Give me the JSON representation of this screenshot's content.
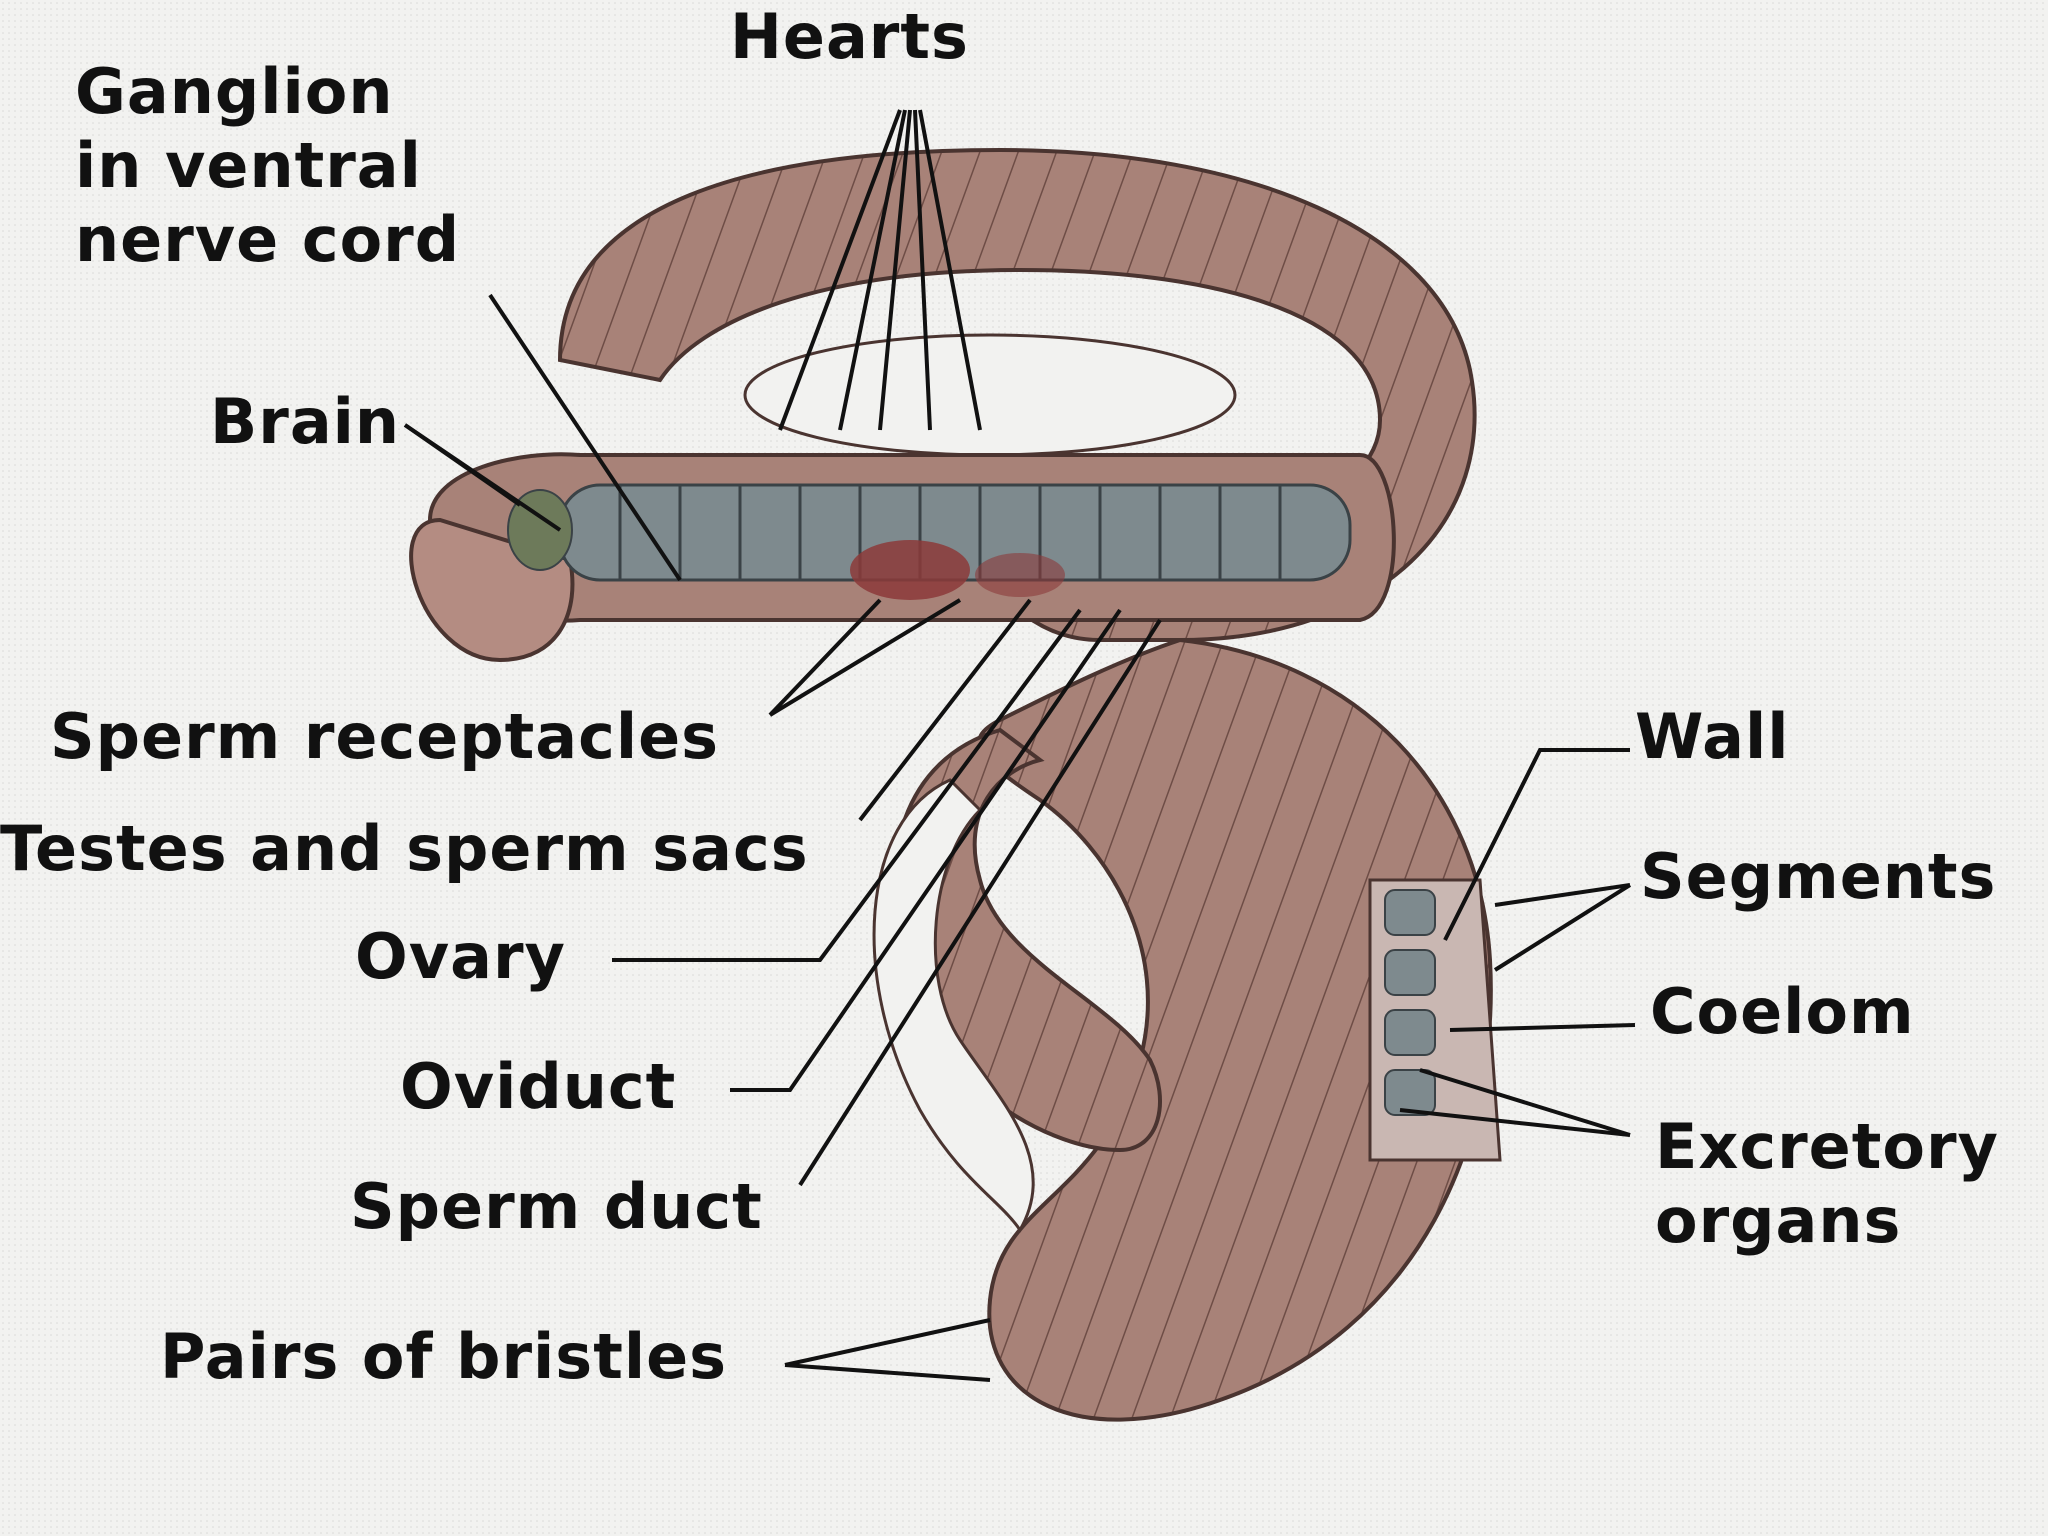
{
  "labels": {
    "hearts": "Hearts",
    "ganglion": [
      "Ganglion",
      "in ventral",
      "nerve cord"
    ],
    "brain": "Brain",
    "sperm_receptacles": "Sperm receptacles",
    "testes": "Testes and sperm sacs",
    "ovary": "Ovary",
    "oviduct": "Oviduct",
    "sperm_duct": "Sperm duct",
    "pairs_of_bristles": "Pairs of bristles",
    "wall": "Wall",
    "segments": "Segments",
    "coelom": "Coelom",
    "excretory": [
      "Excretory",
      "organs"
    ]
  },
  "colors": {
    "body": "#a88278",
    "body_light": "#c9a59c",
    "body_dark": "#7d5a52",
    "gut": "#7e8a8e",
    "organ_red": "#8c3a3a",
    "line": "#111111",
    "background": "#f2f2f0"
  }
}
